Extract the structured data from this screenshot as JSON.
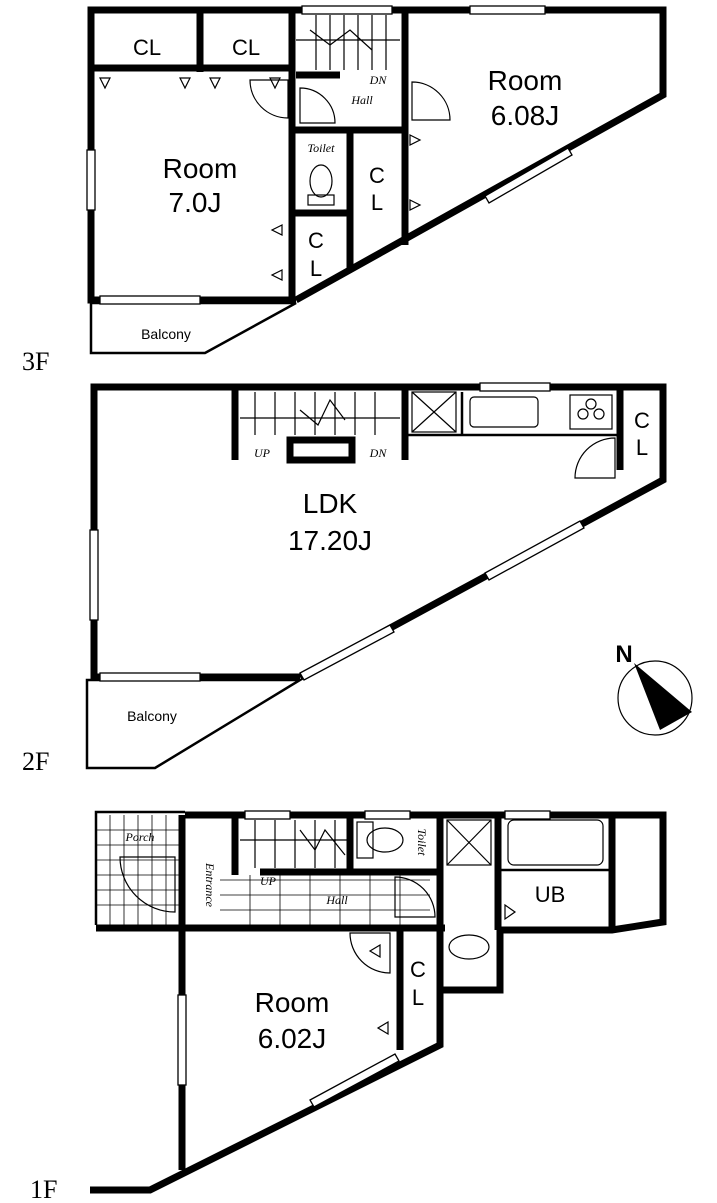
{
  "floors": {
    "f3": {
      "label": "3F",
      "rooms": {
        "room_a_name": "Room",
        "room_a_size": "7.0J",
        "room_b_name": "Room",
        "room_b_size": "6.08J",
        "cl_1": "CL",
        "cl_2": "CL",
        "cl_v_1": "C",
        "cl_v_2": "L",
        "cl_v_3": "C",
        "cl_v_4": "L",
        "toilet": "Toilet",
        "hall": "Hall",
        "dn": "DN",
        "balcony": "Balcony"
      }
    },
    "f2": {
      "label": "2F",
      "rooms": {
        "ldk_name": "LDK",
        "ldk_size": "17.20J",
        "up": "UP",
        "dn": "DN",
        "cl_v_1": "C",
        "cl_v_2": "L",
        "balcony": "Balcony"
      }
    },
    "f1": {
      "label": "1F",
      "rooms": {
        "room_name": "Room",
        "room_size": "6.02J",
        "porch": "Porch",
        "entrance": "Entrance",
        "up": "UP",
        "hall": "Hall",
        "toilet": "Toilet",
        "ub": "UB",
        "cl_v_1": "C",
        "cl_v_2": "L"
      }
    }
  },
  "compass": {
    "label": "N"
  }
}
